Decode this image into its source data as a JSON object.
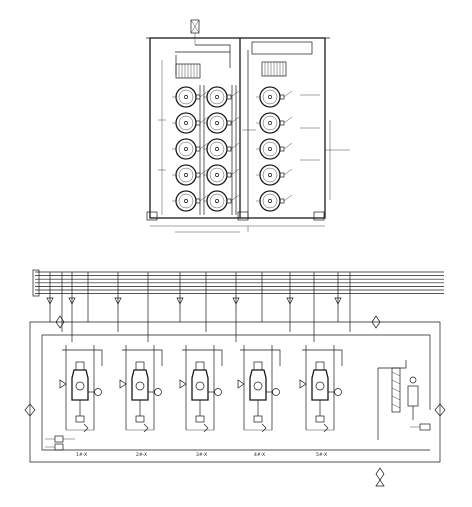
{
  "drawing": {
    "plan": {
      "tanks_left_column": 5,
      "tanks_middle_column": 5,
      "tanks_right_column": 5
    },
    "flow": {
      "header_lines": 7,
      "units": [
        {
          "label": "1#-X"
        },
        {
          "label": "2#-X"
        },
        {
          "label": "3#-X"
        },
        {
          "label": "4#-X"
        },
        {
          "label": "5#-X"
        }
      ],
      "legend": {
        "line_1": "",
        "line_2": ""
      }
    }
  }
}
